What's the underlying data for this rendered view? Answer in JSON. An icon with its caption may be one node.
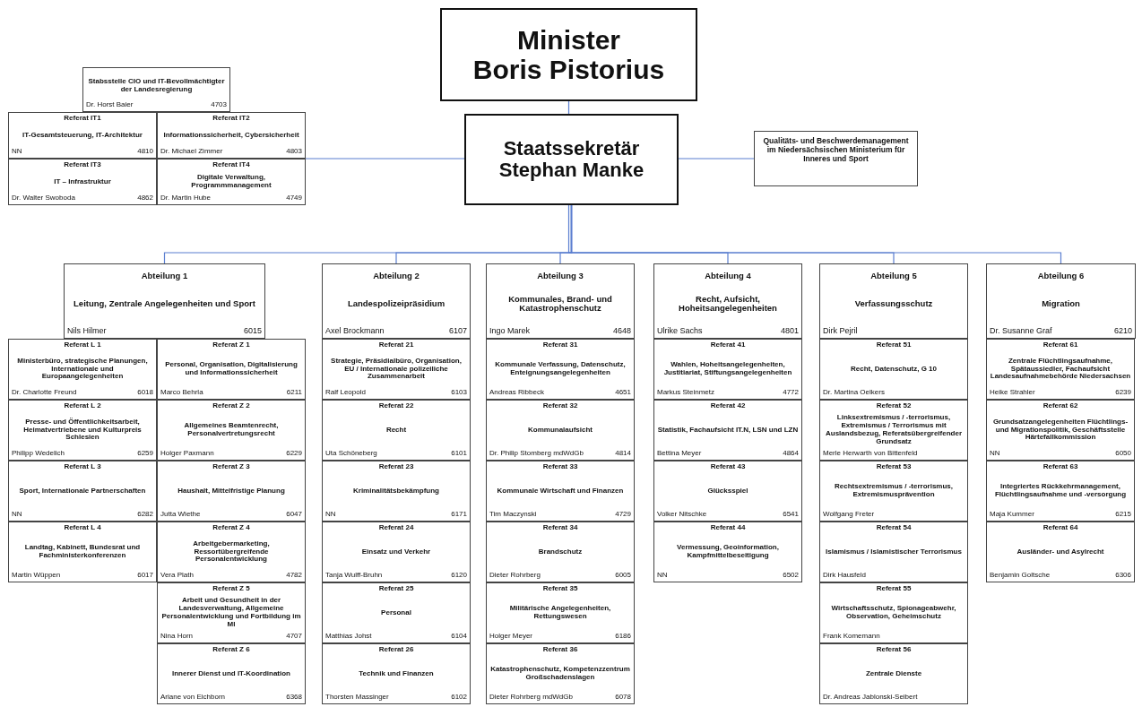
{
  "diagram": {
    "nodes": [
      {
        "text": [
          "Minister",
          "Boris Pistorius"
        ]
      },
      {
        "text": [
          "Stabsstelle CIO und IT-Bevollmächtigter der Landesregierung",
          "Dr. Horst Baier",
          "4703"
        ]
      },
      {
        "text": [
          "Referat IT1",
          "IT-Gesamtsteuerung, IT-Architektur",
          "NN",
          "4810"
        ]
      },
      {
        "text": [
          "Referat IT2",
          "Informationssicherheit, Cybersicherheit",
          "Dr. Michael Zimmer",
          "4803"
        ]
      },
      {
        "text": [
          "Referat IT3",
          "IT – Infrastruktur",
          "Dr. Walter Swoboda",
          "4862"
        ]
      },
      {
        "text": [
          "Referat IT4",
          "Digitale Verwaltung, Programmmanagement",
          "Dr. Martin Hube",
          "4749"
        ]
      },
      {
        "text": [
          "Staatssekretär",
          "Stephan Manke"
        ]
      },
      {
        "text": [
          "Qualitäts- und Beschwerdemanagement im Niedersächsischen Ministerium für Inneres und Sport"
        ]
      },
      {
        "text": [
          "Abteilung 1",
          "Leitung, Zentrale Angelegenheiten und Sport",
          "Nils Hilmer",
          "6015"
        ]
      },
      {
        "text": [
          "Referat L 1",
          "Ministerbüro, strategische Planungen, Internationale und Europaangelegenheiten",
          "Dr. Charlotte Freund",
          "6018"
        ]
      },
      {
        "text": [
          "Referat L 2",
          "Presse- und Öffentlichkeitsarbeit, Heimatvertriebene und Kulturpreis Schlesien",
          "Philipp Wedelich",
          "6259"
        ]
      },
      {
        "text": [
          "Referat L 3",
          "Sport, Internationale Partnerschaften",
          "NN",
          "6282"
        ]
      },
      {
        "text": [
          "Referat L 4",
          "Landtag, Kabinett, Bundesrat und Fachministerkonferenzen",
          "Martin Wüppen",
          "6017"
        ]
      },
      {
        "text": [
          "Referat Z 1",
          "Personal, Organisation, Digitalisierung und Informationssicherheit",
          "Marco Behrla",
          "6211"
        ]
      },
      {
        "text": [
          "Referat Z 2",
          "Allgemeines Beamtenrecht, Personalvertretungsrecht",
          "Holger Paxmann",
          "6229"
        ]
      },
      {
        "text": [
          "Referat Z 3",
          "Haushalt, Mittelfristige Planung",
          "Jutta Wiethe",
          "6047"
        ]
      },
      {
        "text": [
          "Referat Z 4",
          "Arbeitgebermarketing, Ressortübergreifende Personalentwicklung",
          "Vera Plath",
          "4782"
        ]
      },
      {
        "text": [
          "Referat Z 5",
          "Arbeit und Gesundheit in der Landesverwaltung, Allgemeine Personalentwicklung und Fortbildung im MI",
          "Nina Horn",
          "4707"
        ]
      },
      {
        "text": [
          "Referat Z 6",
          "Innerer Dienst und IT-Koordination",
          "Ariane von Eichborn",
          "6368"
        ]
      },
      {
        "text": [
          "Abteilung 2",
          "Landespolizeipräsidium",
          "Axel Brockmann",
          "6107"
        ]
      },
      {
        "text": [
          "Referat 21",
          "Strategie, Präsidialbüro, Organisation, EU / Internationale polizeiliche Zusammenarbeit",
          "Ralf Leopold",
          "6103"
        ]
      },
      {
        "text": [
          "Referat 22",
          "Recht",
          "Uta Schöneberg",
          "6101"
        ]
      },
      {
        "text": [
          "Referat 23",
          "Kriminalitätsbekämpfung",
          "NN",
          "6171"
        ]
      },
      {
        "text": [
          "Referat 24",
          "Einsatz und Verkehr",
          "Tanja Wulff-Bruhn",
          "6120"
        ]
      },
      {
        "text": [
          "Referat 25",
          "Personal",
          "Matthias Johst",
          "6104"
        ]
      },
      {
        "text": [
          "Referat 26",
          "Technik und Finanzen",
          "Thorsten Massinger",
          "6102"
        ]
      },
      {
        "text": [
          "Abteilung 3",
          "Kommunales, Brand- und Katastrophenschutz",
          "Ingo Marek",
          "4648"
        ]
      },
      {
        "text": [
          "Referat 31",
          "Kommunale Verfassung, Datenschutz, Enteignungsangelegenheiten",
          "Andreas Ribbeck",
          "4651"
        ]
      },
      {
        "text": [
          "Referat 32",
          "Kommunalaufsicht",
          "Dr. Philip Stomberg mdWdGb",
          "4814"
        ]
      },
      {
        "text": [
          "Referat 33",
          "Kommunale Wirtschaft und Finanzen",
          "Tim Maczynski",
          "4729"
        ]
      },
      {
        "text": [
          "Referat 34",
          "Brandschutz",
          "Dieter Rohrberg",
          "6005"
        ]
      },
      {
        "text": [
          "Referat 35",
          "Militärische Angelegenheiten, Rettungswesen",
          "Holger Meyer",
          "6186"
        ]
      },
      {
        "text": [
          "Referat 36",
          "Katastrophenschutz, Kompetenzzentrum Großschadenslagen",
          "Dieter Rohrberg mdWdGb",
          "6078"
        ]
      },
      {
        "text": [
          "Abteilung 4",
          "Recht, Aufsicht, Hoheitsangelegenheiten",
          "Ulrike Sachs",
          "4801"
        ]
      },
      {
        "text": [
          "Referat 41",
          "Wahlen, Hoheitsangelegenheiten, Justitiariat, Stiftungsangelegenheiten",
          "Markus Steinmetz",
          "4772"
        ]
      },
      {
        "text": [
          "Referat 42",
          "Statistik, Fachaufsicht IT.N, LSN und LZN",
          "Bettina Meyer",
          "4864"
        ]
      },
      {
        "text": [
          "Referat 43",
          "Glücksspiel",
          "Volker Nitschke",
          "6541"
        ]
      },
      {
        "text": [
          "Referat 44",
          "Vermessung, Geoinformation, Kampfmittelbeseitigung",
          "NN",
          "6502"
        ]
      },
      {
        "text": [
          "Abteilung 5",
          "Verfassungsschutz",
          "Dirk Pejril"
        ]
      },
      {
        "text": [
          "Referat 51",
          "Recht, Datenschutz, G 10",
          "Dr. Martina Oelkers"
        ]
      },
      {
        "text": [
          "Referat 52",
          "Linksextremismus / -terrorismus, Extremismus / Terrorismus mit Auslandsbezug, Referatsübergreifender Grundsatz",
          "Merle Herwarth von Bittenfeld"
        ]
      },
      {
        "text": [
          "Referat 53",
          "Rechtsextremismus / -terrorismus, Extremismusprävention",
          "Wolfgang Freter"
        ]
      },
      {
        "text": [
          "Referat 54",
          "Islamismus / Islamistischer Terrorismus",
          "Dirk Hausfeld"
        ]
      },
      {
        "text": [
          "Referat 55",
          "Wirtschaftsschutz, Spionageabwehr, Observation, Geheimschutz",
          "Frank Komemann"
        ]
      },
      {
        "text": [
          "Referat 56",
          "Zentrale Dienste",
          "Dr. Andreas Jablonski-Seibert"
        ]
      },
      {
        "text": [
          "Abteilung 6",
          "Migration",
          "Dr. Susanne Graf",
          "6210"
        ]
      },
      {
        "text": [
          "Referat 61",
          "Zentrale Flüchtlingsaufnahme, Spätaussiedler, Fachaufsicht Landesaufnahmebehörde Niedersachsen",
          "Heike Strahler",
          "6239"
        ]
      },
      {
        "text": [
          "Referat 62",
          "Grundsatzangelegenheiten Flüchtlings- und Migrationspolitik, Geschäftsstelle Härtefallkommission",
          "NN",
          "6050"
        ]
      },
      {
        "text": [
          "Referat 63",
          "Integriertes Rückkehrmanagement, Flüchtlingsaufnahme und -versorgung",
          "Maja Kummer",
          "6215"
        ]
      },
      {
        "text": [
          "Referat 64",
          "Ausländer- und Asylrecht",
          "Benjamin Goltsche",
          "6306"
        ]
      }
    ],
    "edges": [
      {
        "from": 0,
        "to": 6,
        "arrow": "none"
      },
      {
        "from": 6,
        "to": 3,
        "arrow": "none"
      },
      {
        "from": 6,
        "to": 7,
        "arrow": "none"
      },
      {
        "from": 6,
        "to": 8,
        "arrow": "none"
      },
      {
        "from": 6,
        "to": 19,
        "arrow": "none"
      },
      {
        "from": 6,
        "to": 26,
        "arrow": "none"
      },
      {
        "from": 6,
        "to": 33,
        "arrow": "none"
      },
      {
        "from": 6,
        "to": 38,
        "arrow": "none"
      },
      {
        "from": 6,
        "to": 45,
        "arrow": "none"
      }
    ]
  }
}
